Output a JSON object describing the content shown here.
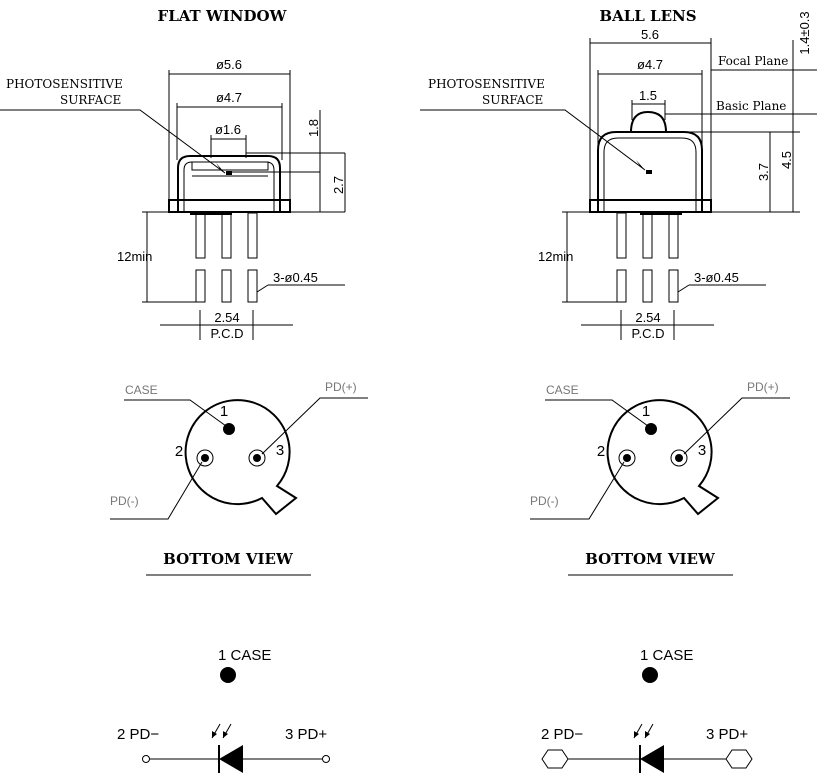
{
  "flat": {
    "title": "FLAT WINDOW",
    "photo_line1": "PHOTOSENSITIVE",
    "photo_line2": "SURFACE",
    "d56": "ø5.6",
    "d47": "ø4.7",
    "d16": "ø1.6",
    "h18": "1.8",
    "h27": "2.7",
    "lead_len": "12min",
    "pins": "3-ø0.45",
    "pcd_value": "2.54",
    "pcd_label": "P.C.D"
  },
  "ball": {
    "title": "BALL LENS",
    "photo_line1": "PHOTOSENSITIVE",
    "photo_line2": "SURFACE",
    "d56": "5.6",
    "d47": "ø4.7",
    "d15": "1.5",
    "focal": "Focal Plane",
    "basic": "Basic Plane",
    "h14": "1.4±0.3",
    "h37": "3.7",
    "h45": "4.5",
    "lead_len": "12min",
    "pins": "3-ø0.45",
    "pcd_value": "2.54",
    "pcd_label": "P.C.D"
  },
  "bottom": {
    "case": "CASE",
    "pd_plus": "PD(+)",
    "pd_minus": "PD(-)",
    "pin1": "1",
    "pin2": "2",
    "pin3": "3",
    "title": "BOTTOM VIEW"
  },
  "schematic": {
    "case": "1  CASE",
    "pd_minus": "2  PD−",
    "pd_plus": "3  PD+"
  }
}
